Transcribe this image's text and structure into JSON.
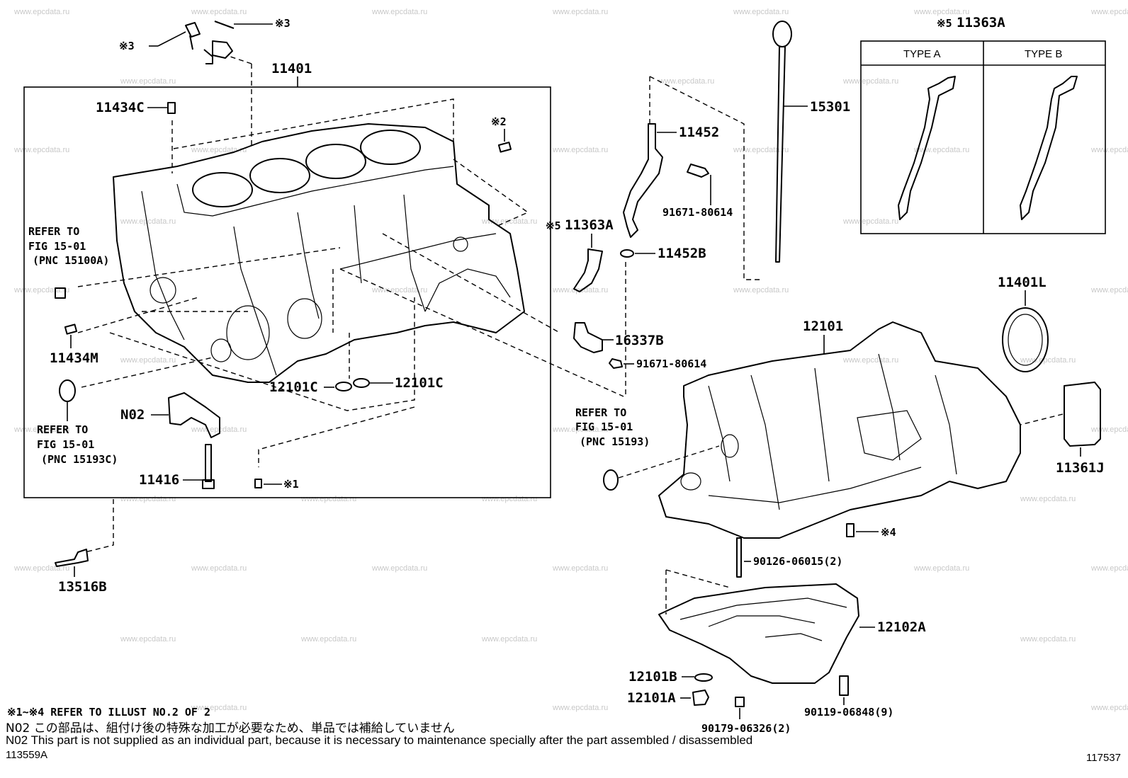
{
  "watermark": "www.epcdata.ru",
  "labels": {
    "p11401": "11401",
    "p11434c": "11434C",
    "p11434m": "11434M",
    "p12101c_left": "12101C",
    "p12101c_right": "12101C",
    "n02": "N02",
    "p11416": "11416",
    "p13516b": "13516B",
    "p11452": "11452",
    "p91671_top": "91671-80614",
    "p11363a_mid": "11363A",
    "p11452b": "11452B",
    "p15301": "15301",
    "p11363a_top": "11363A",
    "p16337b": "16337B",
    "p91671_mid": "91671-80614",
    "p11401l": "11401L",
    "p12101": "12101",
    "p11361j": "11361J",
    "p90126": "90126-06015(2)",
    "p12102a": "12102A",
    "p12101b": "12101B",
    "p12101a": "12101A",
    "p90179": "90179-06326(2)",
    "p90119": "90119-06848(9)"
  },
  "marks": {
    "m3_top": "※3",
    "m3_left": "※3",
    "m2": "※2",
    "m1": "※1",
    "m4": "※4",
    "m5_top": "※5",
    "m5_mid": "※5"
  },
  "refs": {
    "left_a": [
      "REFER TO",
      "FIG 15-01",
      "(PNC 15100A)"
    ],
    "left_b": [
      "REFER TO",
      "FIG 15-01",
      "(PNC 15193C)"
    ],
    "right": [
      "REFER TO",
      "FIG 15-01",
      "(PNC 15193)"
    ]
  },
  "type_table": {
    "type_a": "TYPE A",
    "type_b": "TYPE B"
  },
  "notes": {
    "refer_illust": "※1~※4 REFER TO ILLUST NO.2 OF 2",
    "n02_jp": "N02  この部品は、組付け後の特殊な加工が必要なため、単品では補給していません",
    "n02_en": "N02  This part is not supplied as an individual part, because it is necessary to maintenance specially after the part assembled / disassembled",
    "illust_code": "113559A",
    "figure_code": "117537"
  }
}
